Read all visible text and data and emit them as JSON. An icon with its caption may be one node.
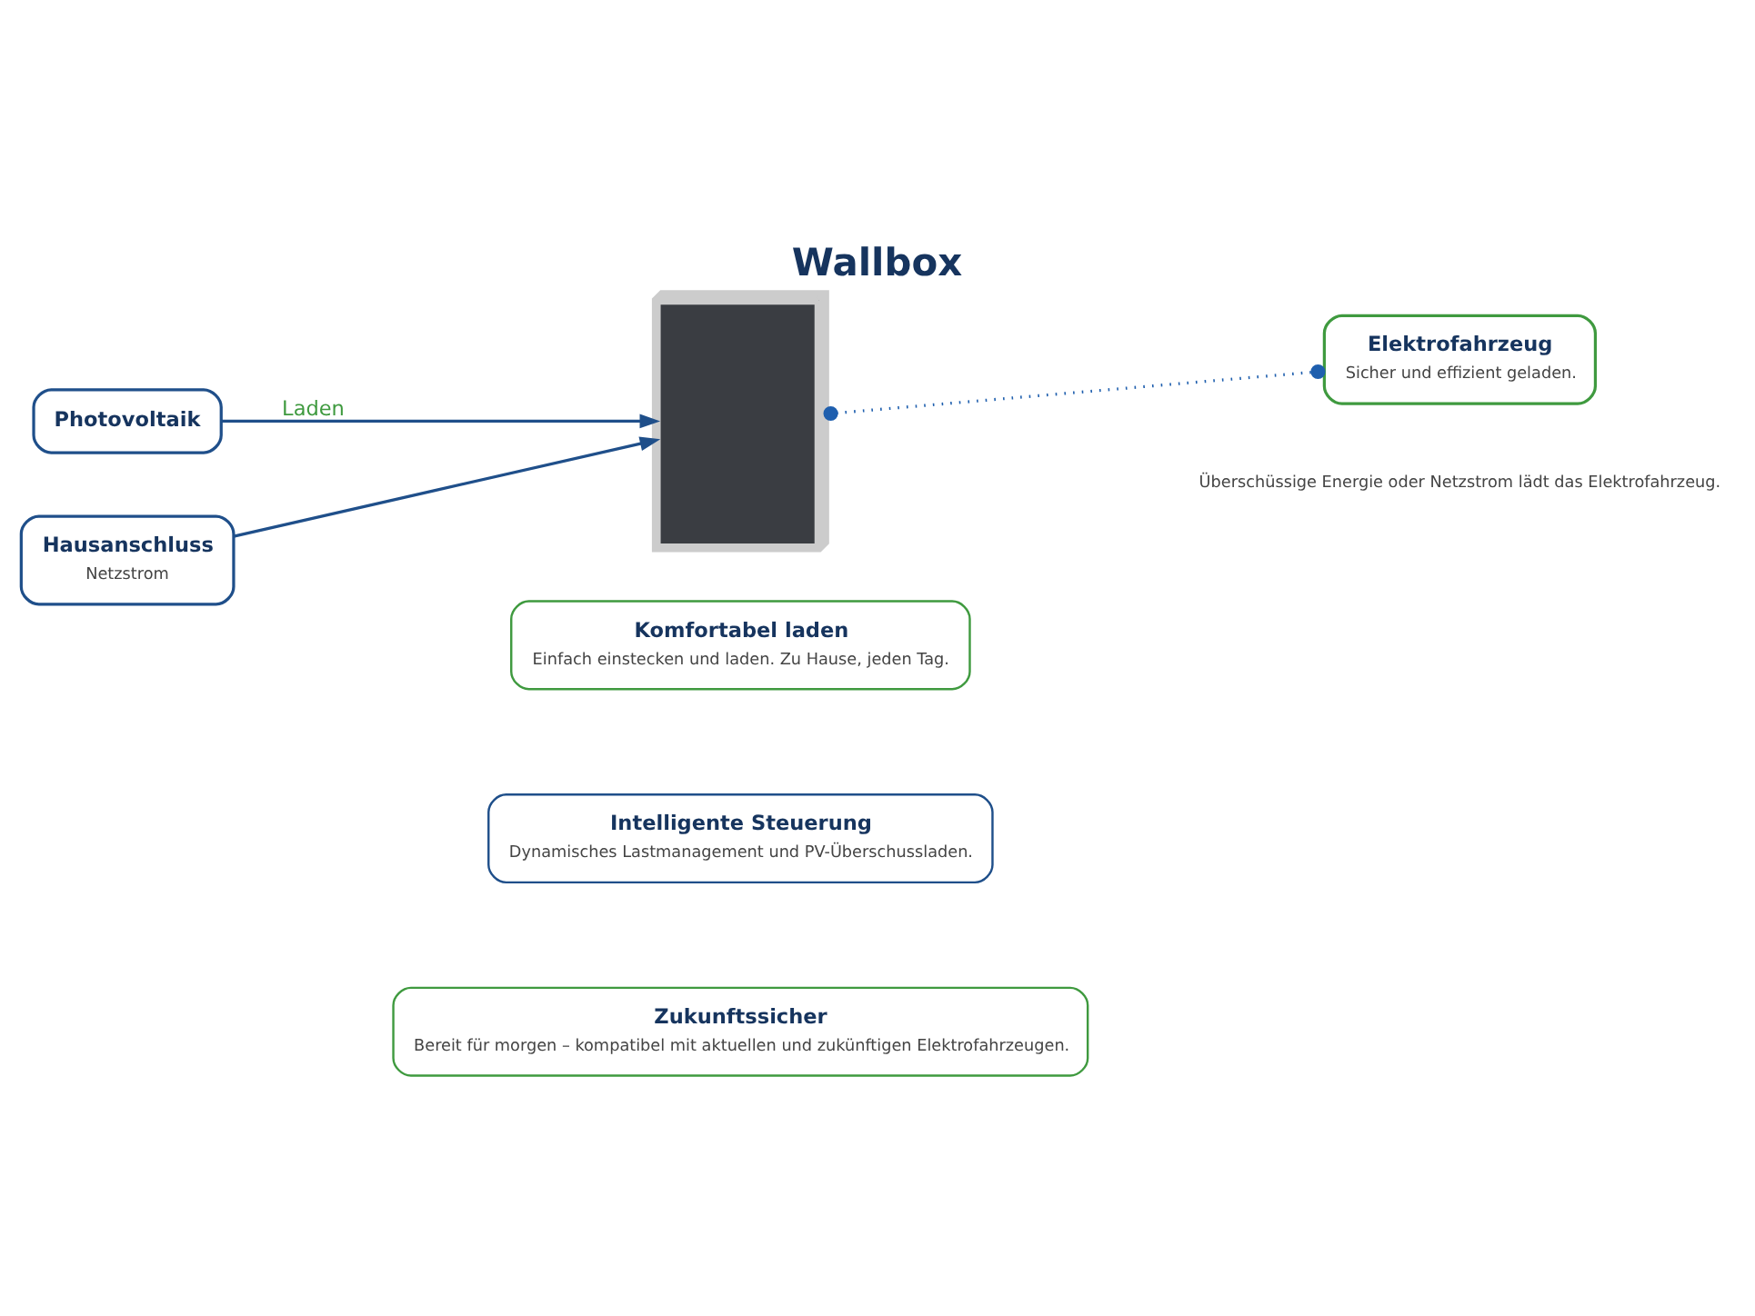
{
  "diagram": {
    "title": "Wallbox",
    "nodes": [
      {
        "text": [
          "Photovoltaik"
        ]
      },
      {
        "text": [
          "Hausanschluss",
          "Netzstrom"
        ]
      },
      {
        "text": [],
        "shape": "picture"
      },
      {
        "text": [
          "Elektrofahrzeug",
          "Sicher und effizient geladen."
        ]
      },
      {
        "text": [
          "Komfortabel laden",
          "Einfach einstecken und laden. Zu Hause, jeden Tag."
        ]
      },
      {
        "text": [
          "Intelligente Steuerung",
          "Dynamisches Lastmanagement und PV-Überschussladen."
        ]
      },
      {
        "text": [
          "Zukunftssicher",
          "Bereit für morgen – kompatibel mit aktuellen und zukünftigen Elektrofahrzeugen."
        ]
      }
    ],
    "edges": [
      {
        "from": 0,
        "to": 2,
        "arrow": "to",
        "label": "Laden"
      },
      {
        "from": 1,
        "to": 2,
        "arrow": "to"
      },
      {
        "from": 2,
        "to": 3,
        "arrow": "other",
        "style": "dashed",
        "color": "#1f5fae"
      }
    ],
    "labels": [
      "Überschüssige Energie oder Netzstrom lädt das Elektrofahrzeug."
    ]
  }
}
